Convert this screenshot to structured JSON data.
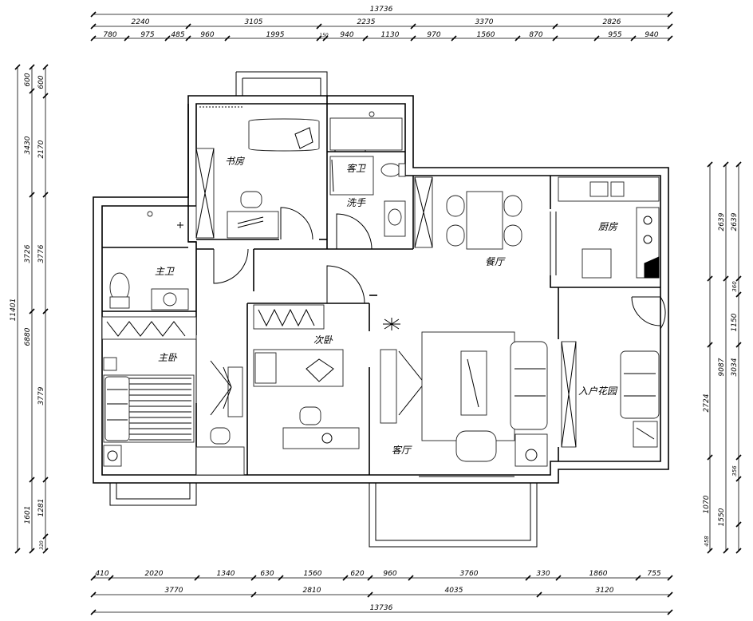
{
  "rooms": {
    "study": "书房",
    "guest_bath": "客卫",
    "wash": "洗手",
    "dining": "餐厅",
    "kitchen": "厨房",
    "master_bath": "主卫",
    "master_bed": "主卧",
    "second_bed": "次卧",
    "living": "客厅",
    "entry_garden": "入户花园"
  },
  "dims_top": {
    "overall": "13736",
    "row2": [
      "2240",
      "3105",
      "2235",
      "3370",
      "2826"
    ],
    "row3": [
      "780",
      "975",
      "485",
      "960",
      "1995",
      "150",
      "940",
      "1130",
      "970",
      "1560",
      "870",
      "955",
      "940"
    ]
  },
  "dims_bottom": {
    "row1": [
      "410",
      "2020",
      "1340",
      "630",
      "1560",
      "620",
      "960",
      "3760",
      "330",
      "1860",
      "755"
    ],
    "row2": [
      "3770",
      "2810",
      "4035",
      "3120"
    ],
    "overall": "13736"
  },
  "dims_left": {
    "overall": "11401",
    "outer": [
      "600",
      "3430",
      "3726",
      "6880",
      "1601"
    ],
    "inner": [
      "600",
      "2170",
      "3776",
      "3779",
      "1281",
      "320"
    ]
  },
  "dims_right": {
    "outer": [
      "2639",
      "9087"
    ],
    "inner": [
      "2639",
      "360",
      "1150",
      "3034",
      "2724",
      "356",
      "1070",
      "1550",
      "458"
    ]
  }
}
